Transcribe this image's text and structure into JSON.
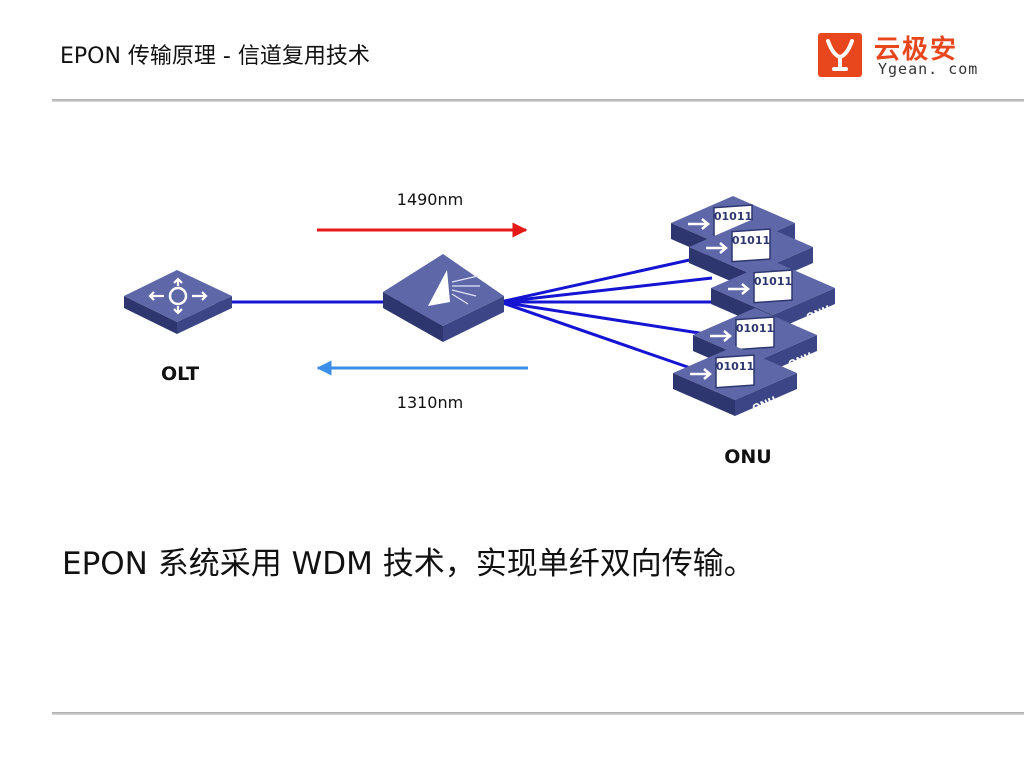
{
  "slide": {
    "title": "EPON 传输原理 - 信道复用技术",
    "caption": "EPON 系统采用 WDM 技术，实现单纤双向传输。"
  },
  "logo": {
    "chinese": "云极安",
    "url_text": "Ygean. com",
    "color": "#e8461c"
  },
  "diagram": {
    "olt_label": "OLT",
    "onu_label": "ONU",
    "onu_device_text": "ONU",
    "onu_chip_text": "01011",
    "downstream": {
      "label": "1490nm",
      "color": "#e61919"
    },
    "upstream": {
      "label": "1310nm",
      "color": "#3b8fe6"
    },
    "fiber_color": "#1414d2",
    "device_color": "#4a5594",
    "onu_count": 5
  }
}
